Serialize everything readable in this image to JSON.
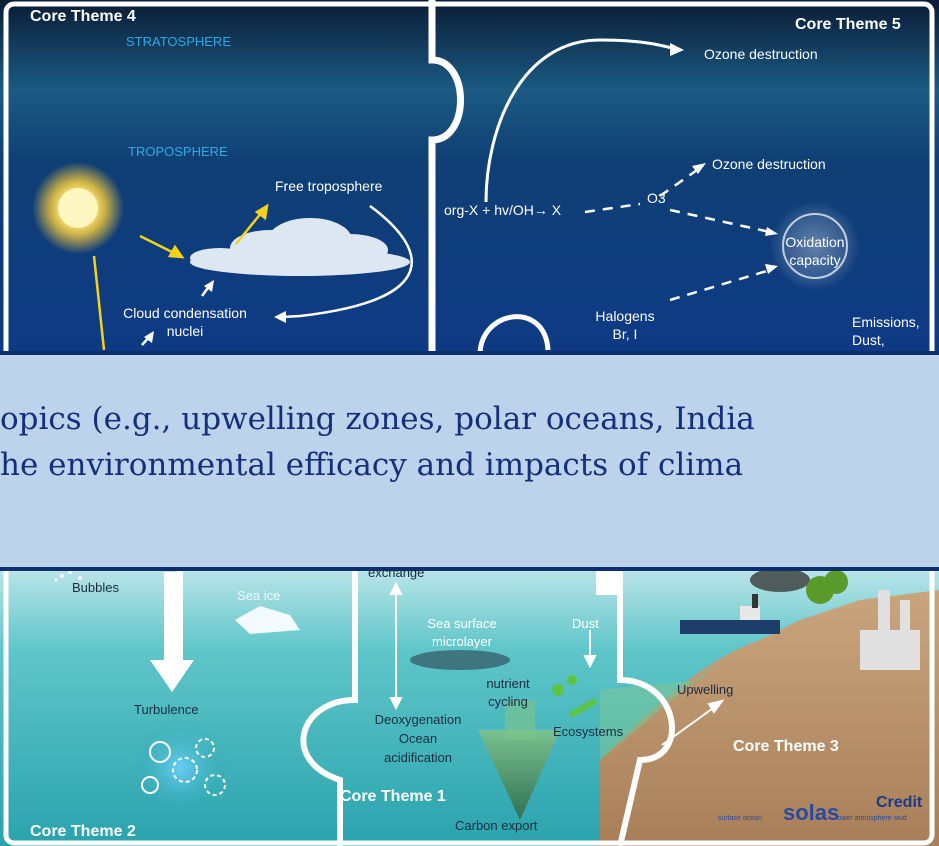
{
  "top": {
    "core_theme_4": "Core Theme 4",
    "core_theme_5": "Core Theme 5",
    "stratosphere": "STRATOSPHERE",
    "troposphere": "TROPOSPHERE",
    "free_troposphere": "Free troposphere",
    "ccn_line1": "Cloud condensation",
    "ccn_line2": "nuclei",
    "ozone_destruction_top": "Ozone destruction",
    "ozone_destruction_mid": "Ozone destruction",
    "reaction": "org-X + hv/OH→ X",
    "o3": "O3",
    "oxidation_line1": "Oxidation",
    "oxidation_line2": "capacity",
    "halogens_line1": "Halogens",
    "halogens_line2": "Br, I",
    "emissions_line1": "Emissions,",
    "emissions_line2": "Dust,"
  },
  "banner": {
    "line1": "opics (e.g., upwelling zones, polar oceans, India",
    "line2": "he environmental efficacy and impacts of clima"
  },
  "bottom": {
    "bubbles": "Bubbles",
    "sea_ice": "Sea ice",
    "exchange": "exchange",
    "sea_surface_line1": "Sea surface",
    "sea_surface_line2": "microlayer",
    "dust": "Dust",
    "nutrient_line1": "nutrient",
    "nutrient_line2": "cycling",
    "turbulence": "Turbulence",
    "deoxy_line1": "Deoxygenation",
    "deoxy_line2": "Ocean",
    "deoxy_line3": "acidification",
    "ecosystems": "Ecosystems",
    "upwelling": "Upwelling",
    "core_theme_3": "Core Theme 3",
    "core_theme_1": "Core Theme 1",
    "core_theme_2": "Core Theme 2",
    "carbon_export": "Carbon export",
    "credit": "Credit",
    "surface_ocean": "surface ocean",
    "solas": "solas",
    "lower_atmosphere": "lower atmosphere stud"
  }
}
